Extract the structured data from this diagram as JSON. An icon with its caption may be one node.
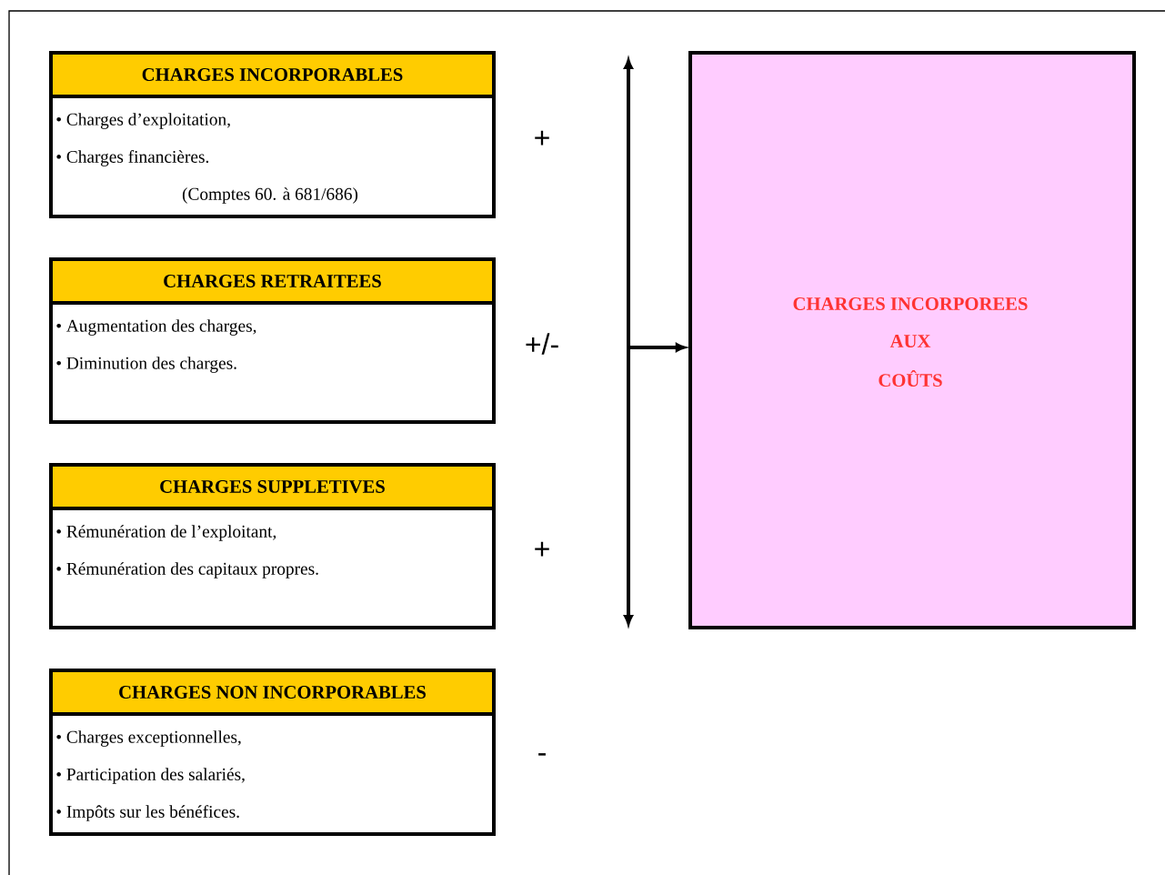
{
  "diagram": {
    "nodes": [
      {
        "text": [
          "CHARGES INCORPORABLES",
          "• Charges d’exploitation,",
          "• Charges financières.",
          "(Comptes 60. à 681/686)"
        ],
        "beside": [
          "+"
        ]
      },
      {
        "text": [
          "CHARGES RETRAITEES",
          "• Augmentation des charges,",
          "• Diminution des charges."
        ],
        "beside": [
          "+/-"
        ]
      },
      {
        "text": [
          "CHARGES SUPPLETIVES",
          "• Rémunération de l’exploitant,",
          "• Rémunération des capitaux propres."
        ],
        "beside": [
          "+"
        ]
      },
      {
        "text": [
          "CHARGES NON INCORPORABLES",
          "• Charges exceptionnelles,",
          "• Participation des salariés,",
          "• Impôts sur les bénéfices."
        ],
        "beside": [
          "-"
        ]
      },
      {
        "text": [
          "CHARGES INCORPOREES",
          "AUX",
          "COÛTS"
        ]
      }
    ],
    "edges": [
      {
        "from": null,
        "to": 4,
        "arrow": "to"
      }
    ]
  }
}
